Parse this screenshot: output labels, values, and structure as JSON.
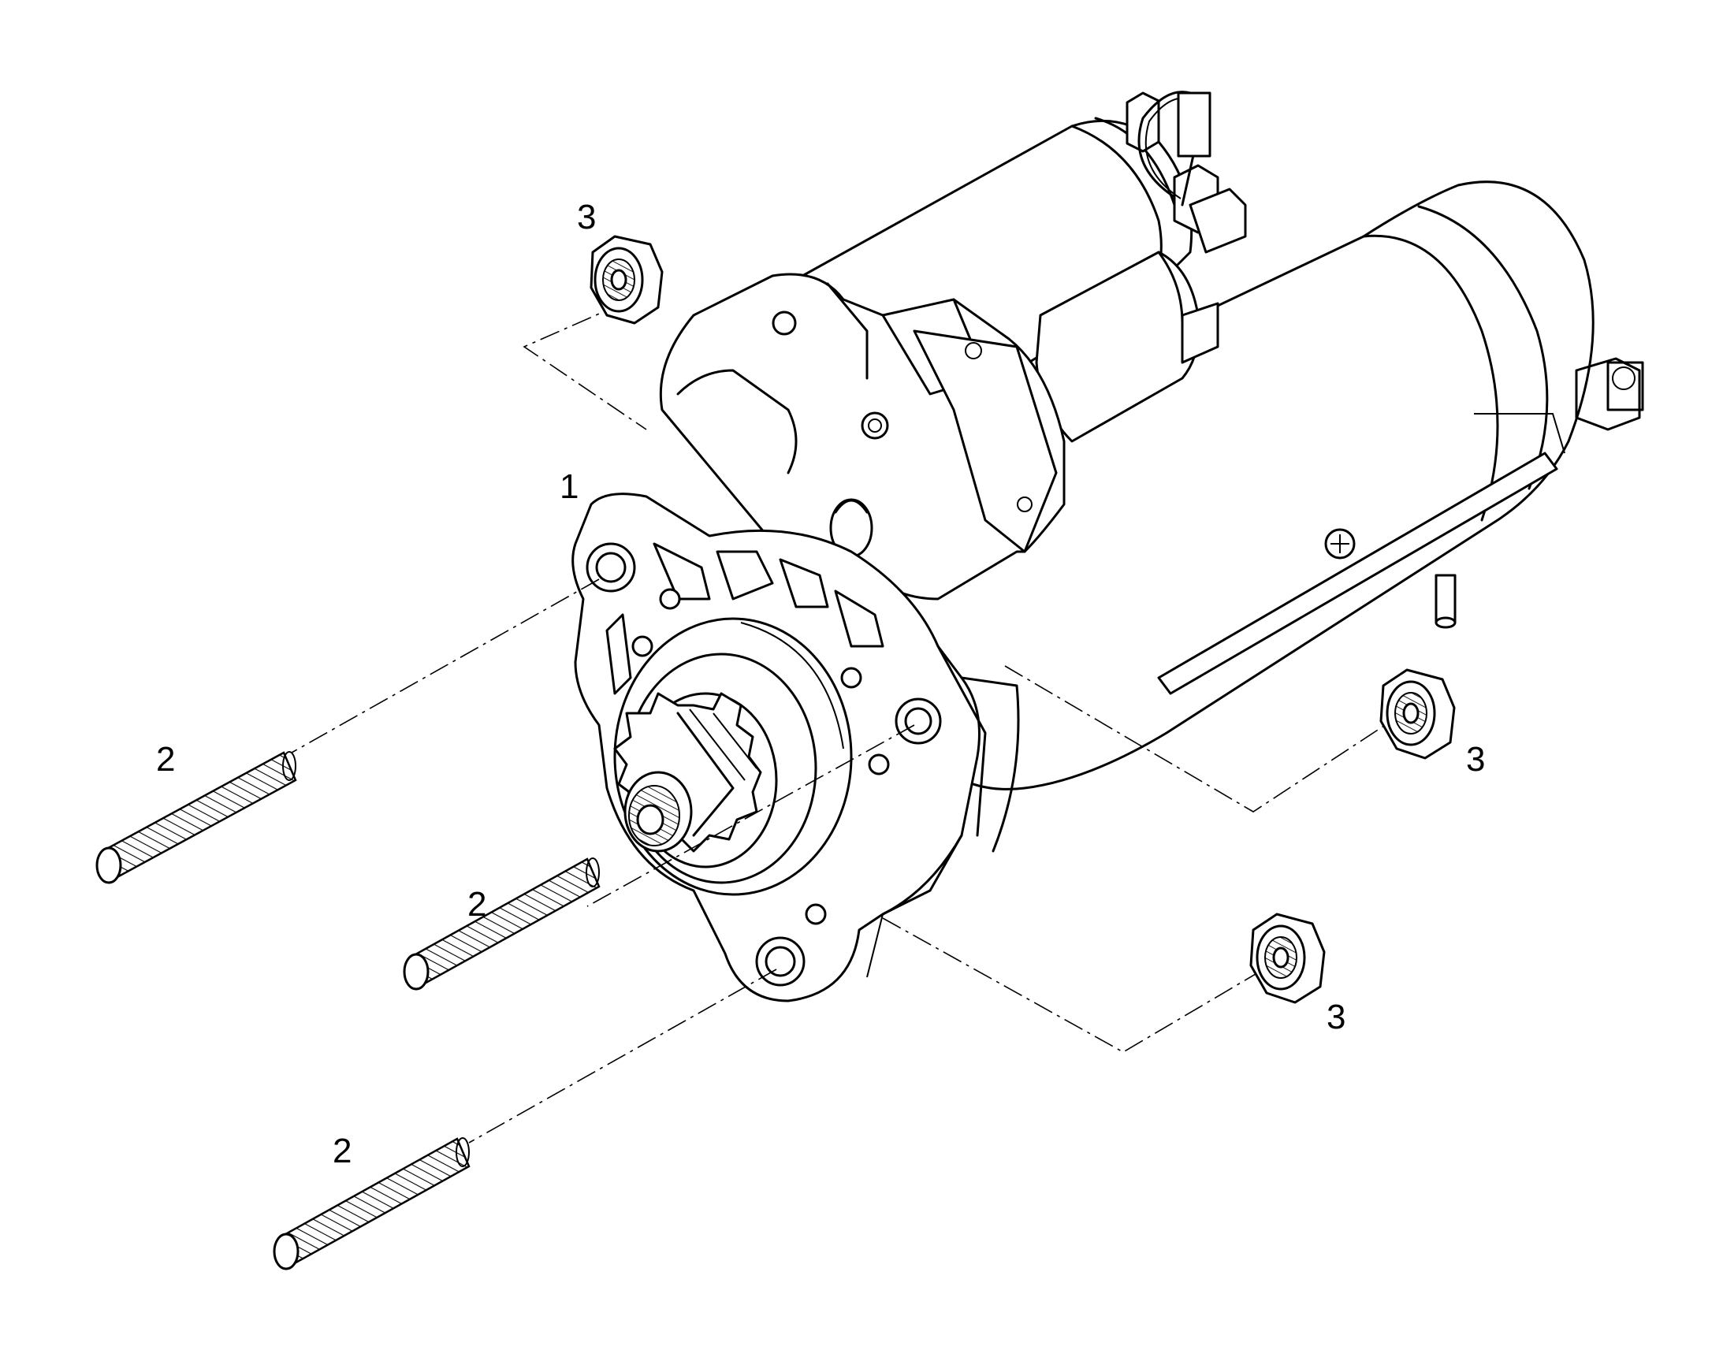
{
  "colors": {
    "line": "#000000",
    "background": "#ffffff"
  },
  "callouts": {
    "starter_motor": "1",
    "stud_top": "2",
    "stud_middle": "2",
    "stud_bottom": "2",
    "nut_top": "3",
    "nut_right": "3",
    "nut_lower_right": "3"
  }
}
